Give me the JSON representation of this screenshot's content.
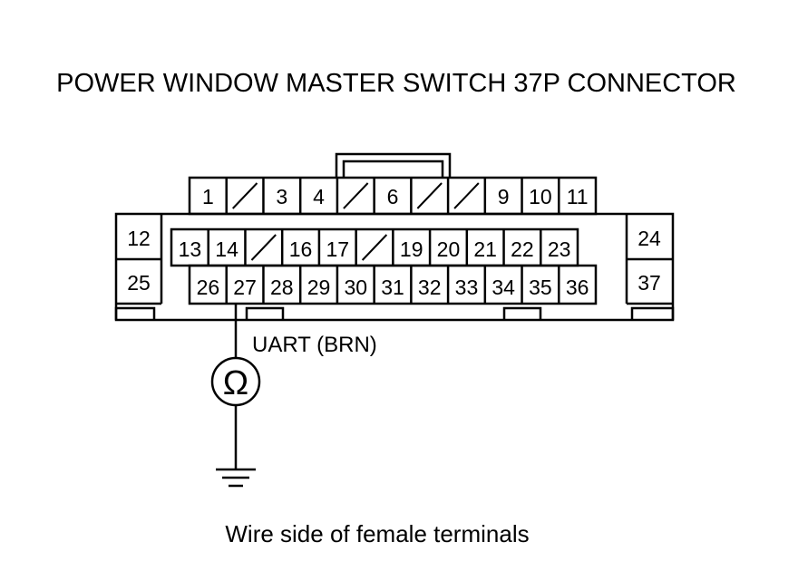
{
  "title": "POWER WINDOW MASTER SWITCH 37P CONNECTOR",
  "caption": "Wire side of female terminals",
  "probe": {
    "wire_label": "UART (BRN)",
    "pin": "27",
    "meter_symbol": "Ω",
    "ground_icon": "ground-icon"
  },
  "connector": {
    "pins_count": "37P",
    "top_row": [
      "1",
      "",
      "3",
      "4",
      "",
      "6",
      "",
      "",
      "9",
      "10",
      "11"
    ],
    "middle_row": [
      "13",
      "14",
      "",
      "16",
      "17",
      "",
      "19",
      "20",
      "21",
      "22",
      "23"
    ],
    "bottom_row": [
      "26",
      "27",
      "28",
      "29",
      "30",
      "31",
      "32",
      "33",
      "34",
      "35",
      "36"
    ],
    "left_side": [
      "12",
      "25"
    ],
    "right_side": [
      "24",
      "37"
    ]
  }
}
